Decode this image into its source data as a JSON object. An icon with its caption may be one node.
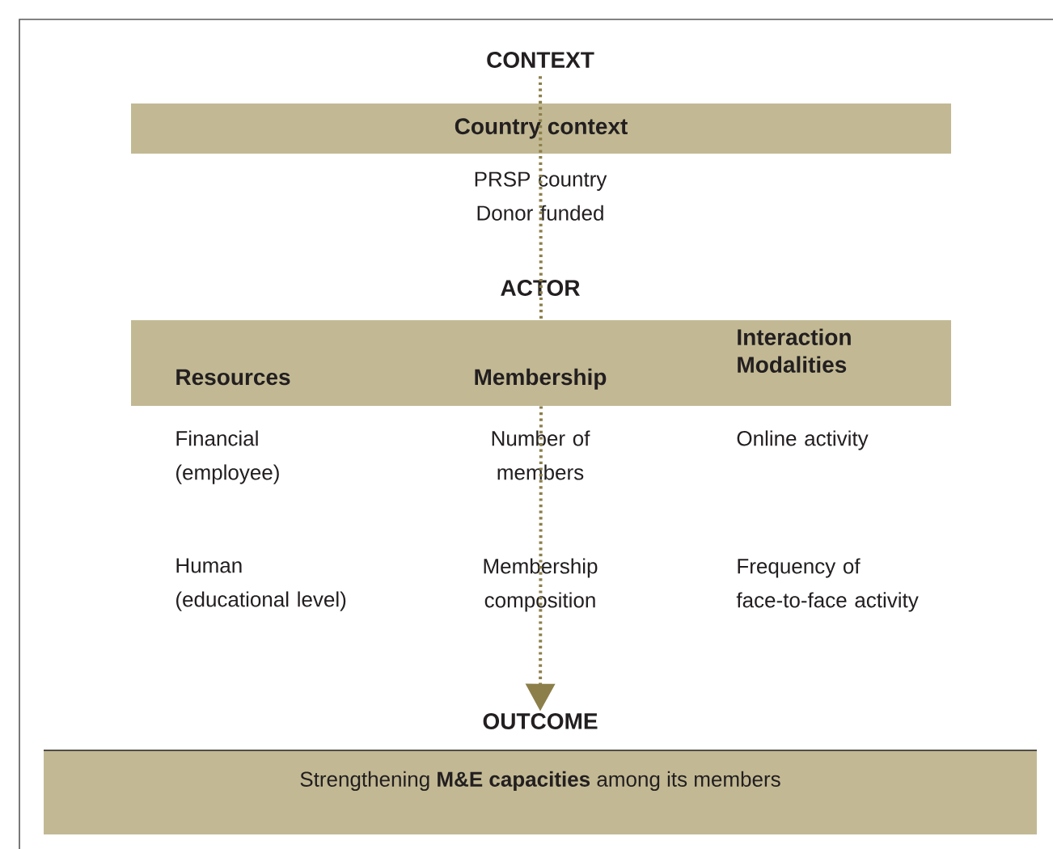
{
  "diagram": {
    "nodes": [
      {
        "text": [
          "CONTEXT",
          "Country context"
        ]
      },
      {
        "text": [
          "ACTOR",
          "Resources",
          "Membership",
          "Interaction Modalities"
        ]
      },
      {
        "text": [
          "OUTCOME",
          "Strengthening **M&E capacities** among its members"
        ]
      }
    ],
    "edges": [
      {
        "from": 0,
        "to": 1,
        "arrow": "none",
        "style": "dashed"
      },
      {
        "from": 1,
        "to": 2,
        "arrow": "to",
        "style": "dashed"
      }
    ],
    "labels": [
      "PRSP country Donor funded",
      "Financial (employee)",
      "Number of members",
      "Online activity",
      "Human (educational level)",
      "Membership composition",
      "Frequency of face-to-face activity"
    ]
  }
}
